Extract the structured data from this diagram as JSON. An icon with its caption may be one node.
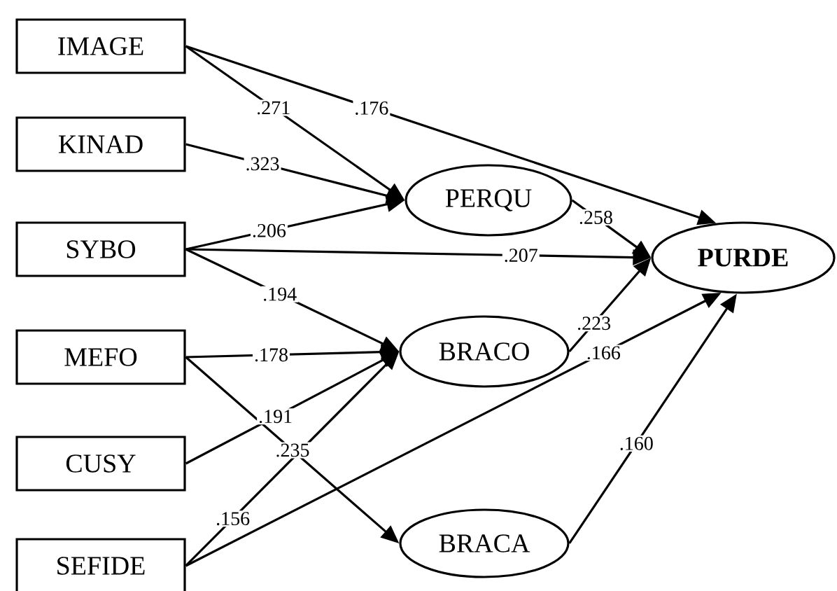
{
  "diagram": {
    "nodes": [
      {
        "text": [
          "IMAGE"
        ]
      },
      {
        "text": [
          "KINAD"
        ]
      },
      {
        "text": [
          "SYBO"
        ]
      },
      {
        "text": [
          "MEFO"
        ]
      },
      {
        "text": [
          "CUSY"
        ]
      },
      {
        "text": [
          "SEFIDE"
        ]
      },
      {
        "text": [
          "PERQU"
        ]
      },
      {
        "text": [
          "BRACO"
        ]
      },
      {
        "text": [
          "BRACA"
        ]
      },
      {
        "text": [
          "PURDE"
        ]
      }
    ],
    "edges": [
      {
        "from": 0,
        "to": 6,
        "arrow": "to",
        "label": ".271"
      },
      {
        "from": 0,
        "to": 9,
        "arrow": "to",
        "label": ".176"
      },
      {
        "from": 1,
        "to": 6,
        "arrow": "to",
        "label": ".323"
      },
      {
        "from": 2,
        "to": 6,
        "arrow": "to",
        "label": ".206"
      },
      {
        "from": 2,
        "to": 9,
        "arrow": "to",
        "label": ".207"
      },
      {
        "from": 2,
        "to": 7,
        "arrow": "to",
        "label": ".194"
      },
      {
        "from": 3,
        "to": 7,
        "arrow": "to",
        "label": ".178"
      },
      {
        "from": 4,
        "to": 7,
        "arrow": "to",
        "label": ".191"
      },
      {
        "from": 5,
        "to": 7,
        "arrow": "to",
        "label": ".156"
      },
      {
        "from": 3,
        "to": 8,
        "arrow": "to",
        "label": ".235"
      },
      {
        "from": 6,
        "to": 9,
        "arrow": "to",
        "label": ".258"
      },
      {
        "from": 7,
        "to": 9,
        "arrow": "to",
        "label": ".223"
      },
      {
        "from": 5,
        "to": 9,
        "arrow": "to",
        "label": ".166"
      },
      {
        "from": 8,
        "to": 9,
        "arrow": "to",
        "label": ".160"
      }
    ]
  }
}
